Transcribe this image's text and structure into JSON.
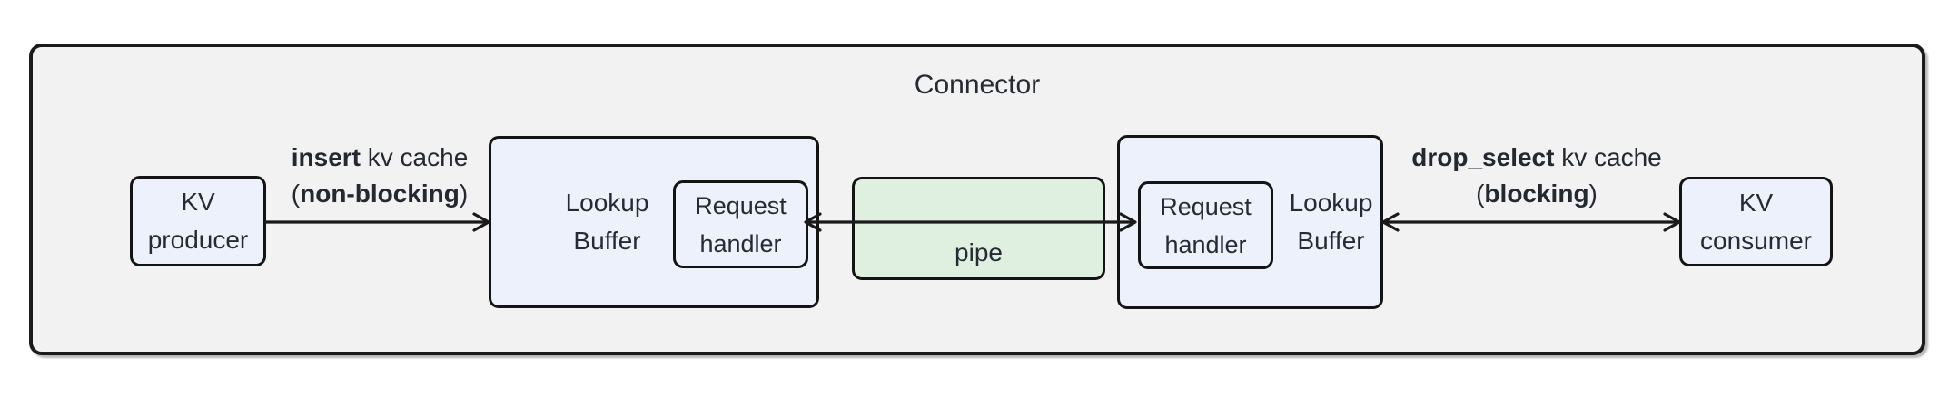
{
  "connector": {
    "title": "Connector"
  },
  "nodes": {
    "kv_producer": "KV\nproducer",
    "lookup_buffer_left": "Lookup\nBuffer",
    "request_handler_left": "Request\nhandler",
    "pipe": "pipe",
    "request_handler_right": "Request\nhandler",
    "lookup_buffer_right": "Lookup\nBuffer",
    "kv_consumer": "KV\nconsumer"
  },
  "edges": {
    "insert": {
      "verb": "insert",
      "rest": " kv cache",
      "open": "(",
      "mode": "non-blocking",
      "close": ")",
      "direction": "right"
    },
    "pipe_link": {
      "direction": "bidirectional"
    },
    "drop_select": {
      "verb": "drop_select",
      "rest": " kv cache",
      "open": "(",
      "mode": "blocking",
      "close": ")",
      "direction": "bidirectional"
    }
  },
  "colors": {
    "outer_fill": "#f2f2f2",
    "node_fill": "#edf1fb",
    "pipe_fill": "#dff0e1",
    "border": "#1a1a1a",
    "text": "#262b33"
  }
}
